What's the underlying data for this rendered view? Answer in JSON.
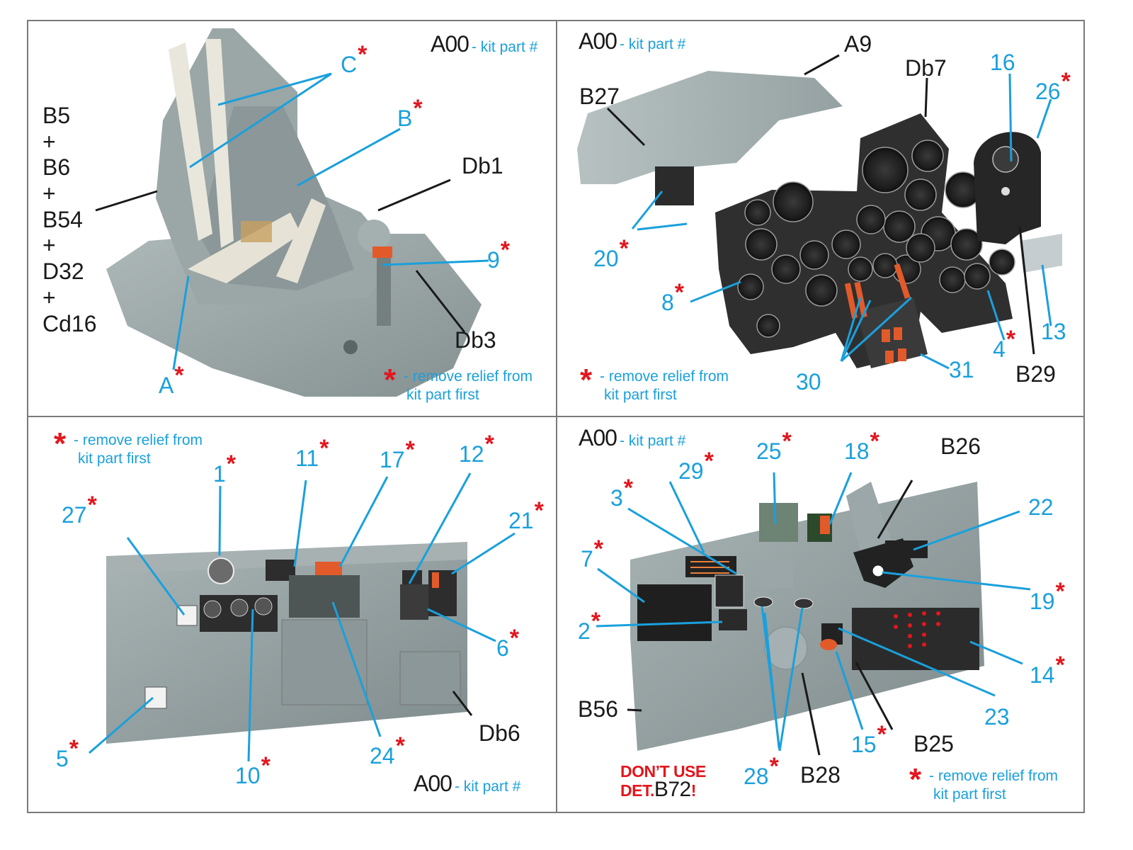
{
  "sheet": {
    "colors": {
      "callout_blue": "#1aa0dc",
      "callout_black": "#1a1a1a",
      "star_red": "#e3161d",
      "frame": "#7a7a7a",
      "resin_gray": "#8e9a9b",
      "panel_black": "#2b2b2b",
      "accent_orange": "#e35a2a"
    },
    "legend": {
      "star_symbol": "*",
      "note_line1": "- remove relief from",
      "note_line2": "kit part first"
    },
    "kit_label": {
      "code": "A00",
      "desc": "- kit part #"
    }
  },
  "panels": [
    {
      "id": "seat",
      "kit_label": {
        "code": "A00",
        "desc": "- kit part #"
      },
      "part_stack": [
        "B5",
        "+",
        "B6",
        "+",
        "B54",
        "+",
        "D32",
        "+",
        "Cd16"
      ],
      "callouts": [
        {
          "text": "C",
          "color": "blue",
          "star": true
        },
        {
          "text": "B",
          "color": "blue",
          "star": true
        },
        {
          "text": "Db1",
          "color": "black",
          "star": false
        },
        {
          "text": "9",
          "color": "blue",
          "star": true
        },
        {
          "text": "Db3",
          "color": "black",
          "star": false
        },
        {
          "text": "A",
          "color": "blue",
          "star": true
        }
      ],
      "note": {
        "line1": "- remove relief from",
        "line2": "kit part first"
      }
    },
    {
      "id": "instrument-panel",
      "kit_label": {
        "code": "A00",
        "desc": "- kit part #"
      },
      "callouts": [
        {
          "text": "A9",
          "color": "black",
          "star": false
        },
        {
          "text": "B27",
          "color": "black",
          "star": false
        },
        {
          "text": "Db7",
          "color": "black",
          "star": false
        },
        {
          "text": "16",
          "color": "blue",
          "star": false
        },
        {
          "text": "26",
          "color": "blue",
          "star": true
        },
        {
          "text": "20",
          "color": "blue",
          "star": true
        },
        {
          "text": "8",
          "color": "blue",
          "star": true
        },
        {
          "text": "4",
          "color": "blue",
          "star": true
        },
        {
          "text": "13",
          "color": "blue",
          "star": false
        },
        {
          "text": "30",
          "color": "blue",
          "star": false
        },
        {
          "text": "31",
          "color": "blue",
          "star": false
        },
        {
          "text": "B29",
          "color": "black",
          "star": false
        }
      ],
      "note": {
        "line1": "- remove relief from",
        "line2": "kit part first"
      }
    },
    {
      "id": "right-sidewall",
      "kit_label": {
        "code": "A00",
        "desc": "- kit part #"
      },
      "callouts": [
        {
          "text": "1",
          "color": "blue",
          "star": true
        },
        {
          "text": "11",
          "color": "blue",
          "star": true
        },
        {
          "text": "17",
          "color": "blue",
          "star": true
        },
        {
          "text": "12",
          "color": "blue",
          "star": true
        },
        {
          "text": "27",
          "color": "blue",
          "star": true
        },
        {
          "text": "21",
          "color": "blue",
          "star": true
        },
        {
          "text": "6",
          "color": "blue",
          "star": true
        },
        {
          "text": "5",
          "color": "blue",
          "star": true
        },
        {
          "text": "10",
          "color": "blue",
          "star": true
        },
        {
          "text": "24",
          "color": "blue",
          "star": true
        },
        {
          "text": "Db6",
          "color": "black",
          "star": false
        }
      ],
      "note": {
        "line1": "- remove relief from",
        "line2": "kit part first"
      }
    },
    {
      "id": "left-sidewall",
      "kit_label": {
        "code": "A00",
        "desc": "- kit part #"
      },
      "callouts": [
        {
          "text": "29",
          "color": "blue",
          "star": true
        },
        {
          "text": "25",
          "color": "blue",
          "star": true
        },
        {
          "text": "18",
          "color": "blue",
          "star": true
        },
        {
          "text": "B26",
          "color": "black",
          "star": false
        },
        {
          "text": "3",
          "color": "blue",
          "star": true
        },
        {
          "text": "22",
          "color": "blue",
          "star": false
        },
        {
          "text": "7",
          "color": "blue",
          "star": true
        },
        {
          "text": "19",
          "color": "blue",
          "star": true
        },
        {
          "text": "2",
          "color": "blue",
          "star": true
        },
        {
          "text": "14",
          "color": "blue",
          "star": true
        },
        {
          "text": "23",
          "color": "blue",
          "star": false
        },
        {
          "text": "B56",
          "color": "black",
          "star": false
        },
        {
          "text": "B25",
          "color": "black",
          "star": false
        },
        {
          "text": "15",
          "color": "blue",
          "star": true
        },
        {
          "text": "28",
          "color": "blue",
          "star": true
        },
        {
          "text": "B28",
          "color": "black",
          "star": false
        }
      ],
      "warning": {
        "line1": "DON’T USE",
        "prefix": "DET.",
        "part": "B72",
        "suffix": "!"
      },
      "note": {
        "line1": "- remove relief from",
        "line2": "kit part first"
      }
    }
  ]
}
